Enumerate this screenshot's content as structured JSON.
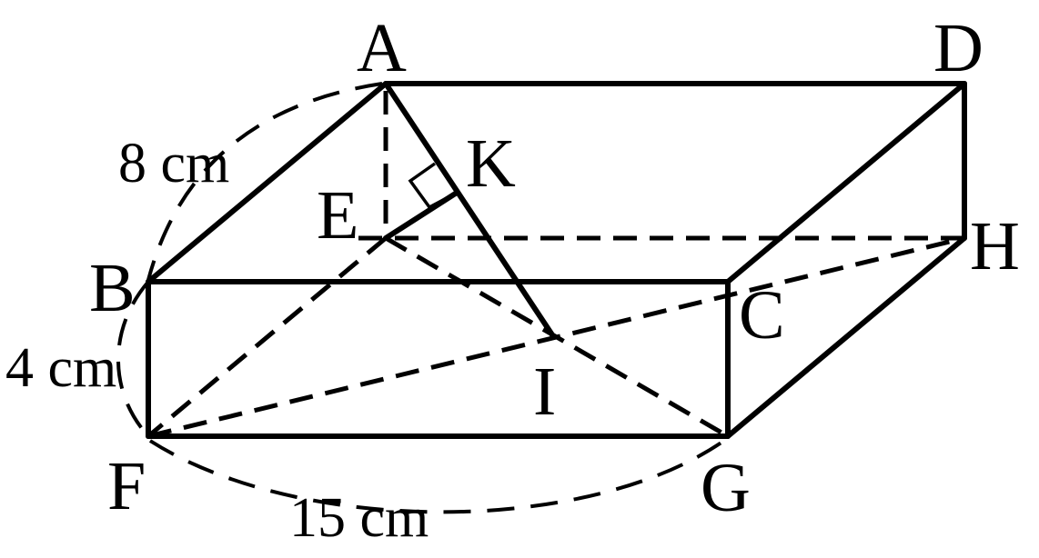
{
  "vertices": {
    "A": "A",
    "B": "B",
    "C": "C",
    "D": "D",
    "E": "E",
    "F": "F",
    "G": "G",
    "H": "H",
    "I": "I",
    "K": "K"
  },
  "dimensions": {
    "ab": "8 cm",
    "bf": "4 cm",
    "fg": "15 cm"
  }
}
